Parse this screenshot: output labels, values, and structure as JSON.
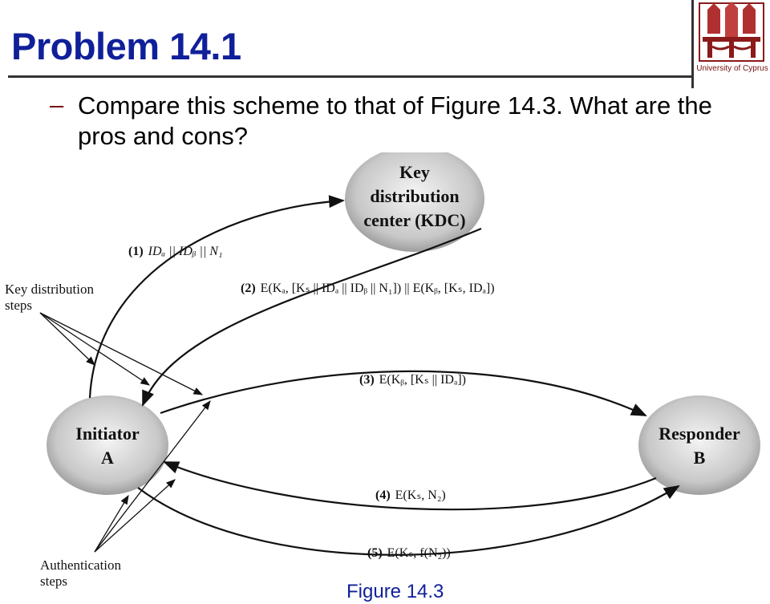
{
  "slide": {
    "title": "Problem 14.1",
    "bullet": "–",
    "question": "Compare this scheme to that of Figure 14.3. What are the pros and cons?",
    "caption": "Figure 14.3"
  },
  "logo": {
    "text": "University of Cyprus",
    "icon": "university-of-cyprus-emblem",
    "color": "#8b1a1a"
  },
  "diagram": {
    "kdc": {
      "line1": "Key",
      "line2": "distribution",
      "line3": "center (KDC)"
    },
    "initiator": {
      "line1": "Initiator",
      "line2": "A"
    },
    "responder": {
      "line1": "Responder",
      "line2": "B"
    },
    "key_distribution_label": {
      "line1": "Key distribution",
      "line2": "steps"
    },
    "authentication_label": {
      "line1": "Authentication",
      "line2": "steps"
    },
    "steps": [
      {
        "num": "(1)",
        "text": "IDₐ || IDᵦ || N₁"
      },
      {
        "num": "(2)",
        "text": "E(Kₐ, [Kₛ || IDₐ || IDᵦ || N₁]) || E(Kᵦ, [Kₛ, IDₐ])"
      },
      {
        "num": "(3)",
        "text": "E(Kᵦ, [Kₛ || IDₐ])"
      },
      {
        "num": "(4)",
        "text": "E(Kₛ, N₂)"
      },
      {
        "num": "(5)",
        "text": "E(Kₛ, f(N₂))"
      }
    ]
  }
}
